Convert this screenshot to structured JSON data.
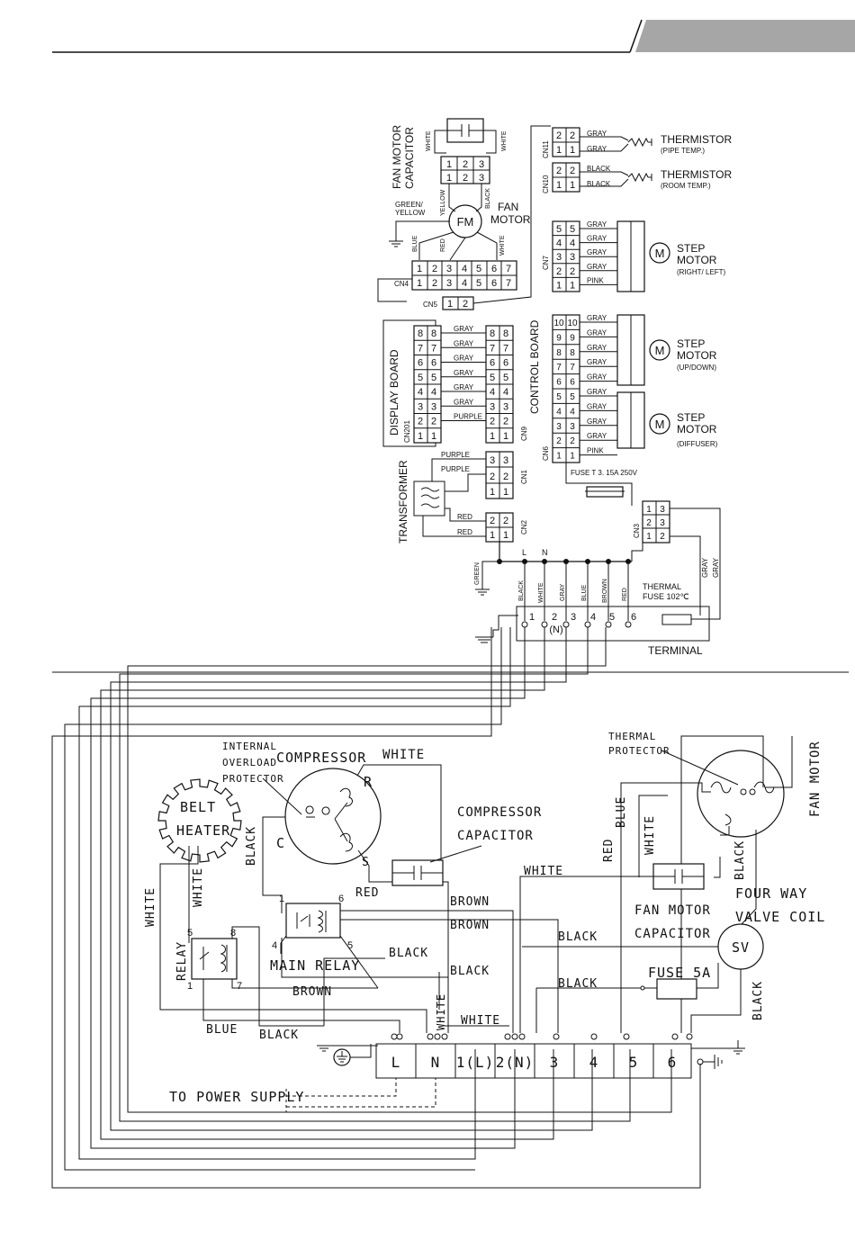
{
  "header": {
    "accent_color": "#a6a6a6"
  },
  "indoor": {
    "fan_motor_capacitor": "FAN MOTOR CAPACITOR",
    "fan_motor_capacitor_line1": "FAN MOTOR",
    "fan_motor_capacitor_line2": "CAPACITOR",
    "fm": "FM",
    "fan_motor_line1": "FAN",
    "fan_motor_line2": "MOTOR",
    "green_yellow_1": "GREEN/",
    "green_yellow_2": "YELLOW",
    "display_board": "DISPLAY BOARD",
    "control_board": "CONTROL BOARD",
    "transformer": "TRANSFORMER",
    "thermistor": "THERMISTOR",
    "pipe_temp": "(PIPE TEMP.)",
    "room_temp": "(ROOM TEMP.)",
    "step_motor_1": "STEP",
    "step_motor_2": "MOTOR",
    "right_left": "(RIGHT/ LEFT)",
    "up_down": "(UP/DOWN)",
    "diffuser": "(DIFFUSER)",
    "m": "M",
    "fuse": "FUSE T 3. 15A 250V",
    "thermal_fuse_1": "THERMAL",
    "thermal_fuse_2": "FUSE 102℃",
    "terminal": "TERMINAL",
    "l": "L",
    "n": "N",
    "n_paren": "(N)",
    "cn": {
      "cn11": "CN11",
      "cn10": "CN10",
      "cn7": "CN7",
      "cn6": "CN6",
      "cn4": "CN4",
      "cn5": "CN5",
      "cn201": "CN201",
      "cn9": "CN9",
      "cn1": "CN1",
      "cn2": "CN2",
      "cn3": "CN3"
    },
    "colors": {
      "white": "WHITE",
      "yellow": "YELLOW",
      "black": "BLACK",
      "blue": "BLUE",
      "red": "RED",
      "gray": "GRAY",
      "pink": "PINK",
      "purple": "PURPLE",
      "green": "GREEN",
      "brown": "BROWN"
    },
    "terminal_numbers": [
      "1",
      "2",
      "3",
      "4",
      "5",
      "6"
    ]
  },
  "outdoor": {
    "compressor": "COMPRESSOR",
    "internal_overload_1": "INTERNAL",
    "internal_overload_2": "OVERLOAD",
    "internal_overload_3": "PROTECTOR",
    "compressor_capacitor_1": "COMPRESSOR",
    "compressor_capacitor_2": "CAPACITOR",
    "belt_heater_1": "BELT",
    "belt_heater_2": "HEATER",
    "relay": "RELAY",
    "main_relay": "MAIN RELAY",
    "thermal_protector_1": "THERMAL",
    "thermal_protector_2": "PROTECTOR",
    "fan_motor": "FAN MOTOR",
    "fan_motor_capacitor_1": "FAN MOTOR",
    "fan_motor_capacitor_2": "CAPACITOR",
    "four_way_1": "FOUR WAY",
    "four_way_2": "VALVE COIL",
    "sv": "SV",
    "fuse_5a": "FUSE 5A",
    "to_power_supply": "TO POWER SUPPLY",
    "r": "R",
    "s": "S",
    "c": "C",
    "terminal_labels": [
      "L",
      "N",
      "1(L)",
      "2(N)",
      "3",
      "4",
      "5",
      "6"
    ],
    "colors": {
      "white": "WHITE",
      "black": "BLACK",
      "red": "RED",
      "blue": "BLUE",
      "brown": "BROWN"
    },
    "pins": {
      "p1": "1",
      "p4": "4",
      "p5": "5",
      "p6": "6",
      "p7": "7",
      "p8": "8"
    }
  }
}
